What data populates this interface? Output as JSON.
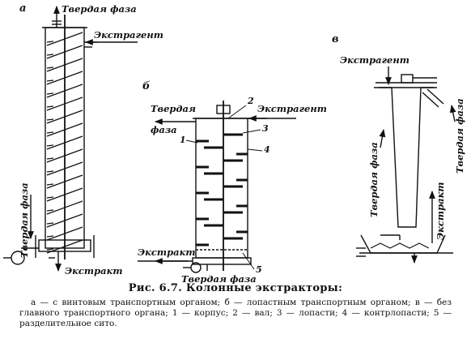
{
  "figure": {
    "title_number": "Рис. 6.7.",
    "title_text": "Колонные экстракторы:",
    "legend": "а — с винтовым транспортным органом; б — лопастным транспортным органом; в — без главного транспортного органа; 1 — корпус; 2 — вал; 3 — лопасти; 4 — контрлопасти; 5 — разделительное сито."
  },
  "diagram_a": {
    "letter": "а",
    "solid_out": "Твердая фаза",
    "extractant_in": "Экстрагент",
    "solid_in": "Твердая фаза",
    "extract_out": "Экстракт"
  },
  "diagram_b": {
    "letter": "б",
    "solid_out_line1": "Твердая",
    "solid_out_line2": "фаза",
    "extractant_in": "Экстрагент",
    "extract_out": "Экстракт",
    "solid_in": "Твердая фаза",
    "num_1": "1",
    "num_2": "2",
    "num_3": "3",
    "num_4": "4",
    "num_5": "5"
  },
  "diagram_c": {
    "letter": "в",
    "extractant_in": "Экстрагент",
    "solid_left": "Твердая фаза",
    "solid_right": "Твердая фаза",
    "extract_out": "Экстракт"
  }
}
